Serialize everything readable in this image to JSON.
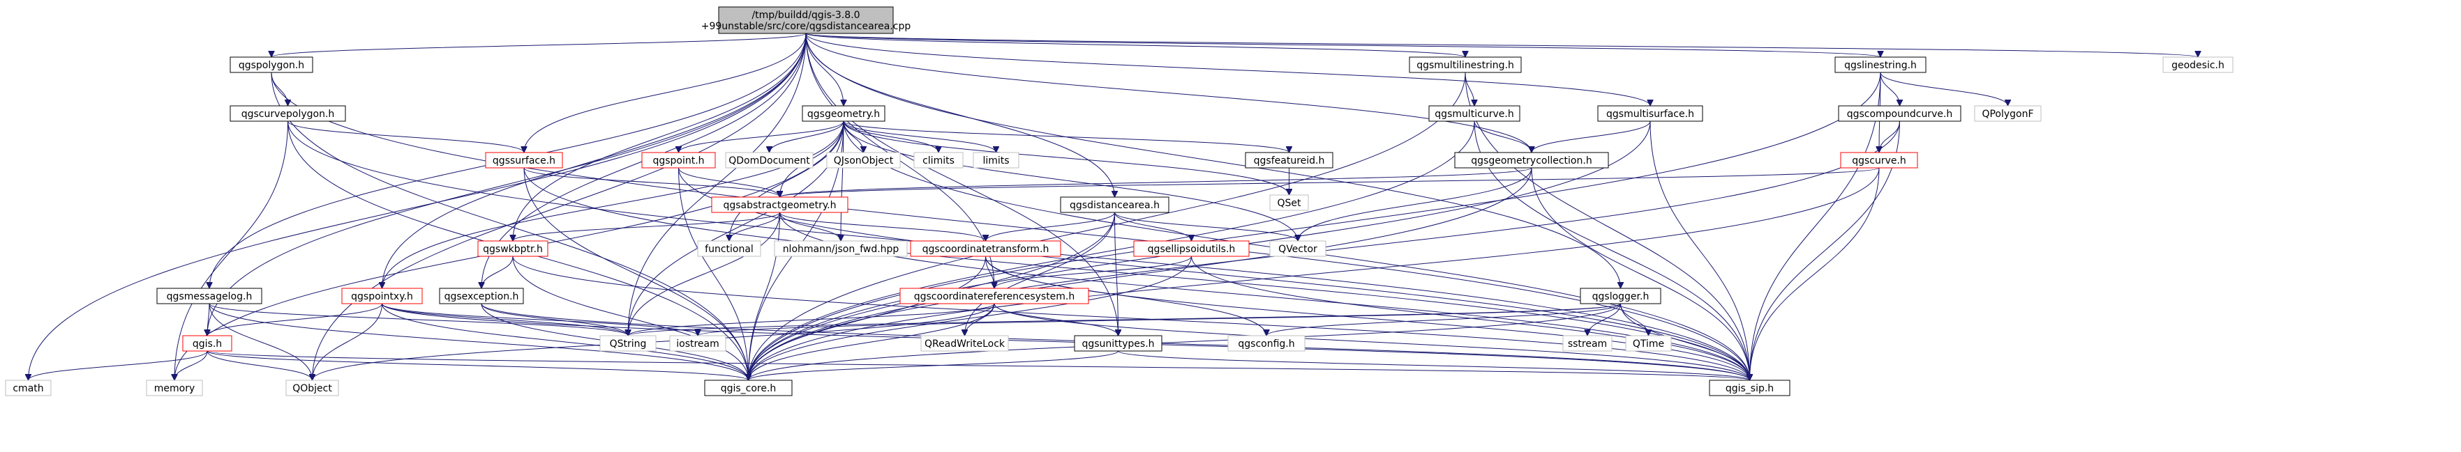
{
  "nodes": [
    {
      "id": "root",
      "label": "/tmp/buildd/qgis-3.8.0\n+99unstable/src/core/qgsdistancearea.cpp",
      "style": "root"
    },
    {
      "id": "qgspolygon",
      "label": "qgspolygon.h",
      "style": "plain"
    },
    {
      "id": "qgscurvepolygon",
      "label": "qgscurvepolygon.h",
      "style": "plain"
    },
    {
      "id": "qgsgeometry",
      "label": "qgsgeometry.h",
      "style": "plain"
    },
    {
      "id": "qgsmultilinestring",
      "label": "qgsmultilinestring.h",
      "style": "plain"
    },
    {
      "id": "qgslinestring",
      "label": "qgslinestring.h",
      "style": "plain"
    },
    {
      "id": "geodesic",
      "label": "geodesic.h",
      "style": "ext"
    },
    {
      "id": "qgsmulticurve",
      "label": "qgsmulticurve.h",
      "style": "plain"
    },
    {
      "id": "qgsmultisurface",
      "label": "qgsmultisurface.h",
      "style": "plain"
    },
    {
      "id": "qgscompoundcurve",
      "label": "qgscompoundcurve.h",
      "style": "plain"
    },
    {
      "id": "qpolygonf",
      "label": "QPolygonF",
      "style": "ext"
    },
    {
      "id": "qgsgeometrycollection",
      "label": "qgsgeometrycollection.h",
      "style": "plain"
    },
    {
      "id": "qgscurve",
      "label": "qgscurve.h",
      "style": "red"
    },
    {
      "id": "qgssurface",
      "label": "qgssurface.h",
      "style": "red"
    },
    {
      "id": "qgspoint",
      "label": "qgspoint.h",
      "style": "red"
    },
    {
      "id": "qdomdocument",
      "label": "QDomDocument",
      "style": "ext"
    },
    {
      "id": "qjsonobject",
      "label": "QJsonObject",
      "style": "ext"
    },
    {
      "id": "climits",
      "label": "climits",
      "style": "ext"
    },
    {
      "id": "limits",
      "label": "limits",
      "style": "ext"
    },
    {
      "id": "qgsfeatureid",
      "label": "qgsfeatureid.h",
      "style": "plain"
    },
    {
      "id": "qset",
      "label": "QSet",
      "style": "ext"
    },
    {
      "id": "qgsabstractgeometry",
      "label": "qgsabstractgeometry.h",
      "style": "red"
    },
    {
      "id": "qgsdistancearea",
      "label": "qgsdistancearea.h",
      "style": "plain"
    },
    {
      "id": "qvector",
      "label": "QVector",
      "style": "ext"
    },
    {
      "id": "functional",
      "label": "functional",
      "style": "ext"
    },
    {
      "id": "nlohmann",
      "label": "nlohmann/json_fwd.hpp",
      "style": "ext"
    },
    {
      "id": "qgswkbptr",
      "label": "qgswkbptr.h",
      "style": "red"
    },
    {
      "id": "qgscoordinatetransform",
      "label": "qgscoordinatetransform.h",
      "style": "red"
    },
    {
      "id": "qgsellipsoidutils",
      "label": "qgsellipsoidutils.h",
      "style": "red"
    },
    {
      "id": "qgsmessagelog",
      "label": "qgsmessagelog.h",
      "style": "plain"
    },
    {
      "id": "qgspointxy",
      "label": "qgspointxy.h",
      "style": "red"
    },
    {
      "id": "qgsexception",
      "label": "qgsexception.h",
      "style": "plain"
    },
    {
      "id": "qgscoordinatereferencesystem",
      "label": "qgscoordinatereferencesystem.h",
      "style": "red"
    },
    {
      "id": "qgslogger",
      "label": "qgslogger.h",
      "style": "plain"
    },
    {
      "id": "qgis",
      "label": "qgis.h",
      "style": "red"
    },
    {
      "id": "qstring",
      "label": "QString",
      "style": "ext"
    },
    {
      "id": "iostream",
      "label": "iostream",
      "style": "ext"
    },
    {
      "id": "qreadwritelock",
      "label": "QReadWriteLock",
      "style": "ext"
    },
    {
      "id": "qgsunittypes",
      "label": "qgsunittypes.h",
      "style": "plain"
    },
    {
      "id": "qgsconfig",
      "label": "qgsconfig.h",
      "style": "ext"
    },
    {
      "id": "sstream",
      "label": "sstream",
      "style": "ext"
    },
    {
      "id": "qtime",
      "label": "QTime",
      "style": "ext"
    },
    {
      "id": "cmath",
      "label": "cmath",
      "style": "ext"
    },
    {
      "id": "memory",
      "label": "memory",
      "style": "ext"
    },
    {
      "id": "qobject",
      "label": "QObject",
      "style": "ext"
    },
    {
      "id": "qgis_core",
      "label": "qgis_core.h",
      "style": "plain"
    },
    {
      "id": "qgis_sip",
      "label": "qgis_sip.h",
      "style": "plain"
    }
  ],
  "edges": [
    [
      "root",
      "qgspolygon"
    ],
    [
      "root",
      "qgsgeometry"
    ],
    [
      "root",
      "qgsmultilinestring"
    ],
    [
      "root",
      "qgslinestring"
    ],
    [
      "root",
      "geodesic"
    ],
    [
      "root",
      "qgsmultisurface"
    ],
    [
      "root",
      "qgsgeometrycollection"
    ],
    [
      "root",
      "qgssurface"
    ],
    [
      "root",
      "qgsdistancearea"
    ],
    [
      "root",
      "qgswkbptr"
    ],
    [
      "root",
      "qgsexception"
    ],
    [
      "root",
      "qgspointxy"
    ],
    [
      "root",
      "qgsmessagelog"
    ],
    [
      "root",
      "qgis"
    ],
    [
      "root",
      "cmath"
    ],
    [
      "root",
      "qobject"
    ],
    [
      "root",
      "qstring"
    ],
    [
      "root",
      "qgscoordinatereferencesystem"
    ],
    [
      "root",
      "qgslogger"
    ],
    [
      "root",
      "qgsunittypes"
    ],
    [
      "qgspolygon",
      "qgscurvepolygon"
    ],
    [
      "qgspolygon",
      "qgis_core"
    ],
    [
      "qgspolygon",
      "qgis_sip"
    ],
    [
      "qgscurvepolygon",
      "qgssurface"
    ],
    [
      "qgscurvepolygon",
      "qgis_core"
    ],
    [
      "qgscurvepolygon",
      "qgis_sip"
    ],
    [
      "qgscurvepolygon",
      "memory"
    ],
    [
      "qgsgeometry",
      "qgspoint"
    ],
    [
      "qgsgeometry",
      "qdomdocument"
    ],
    [
      "qgsgeometry",
      "qjsonobject"
    ],
    [
      "qgsgeometry",
      "climits"
    ],
    [
      "qgsgeometry",
      "limits"
    ],
    [
      "qgsgeometry",
      "qgsfeatureid"
    ],
    [
      "qgsgeometry",
      "qset"
    ],
    [
      "qgsgeometry",
      "qgsabstractgeometry"
    ],
    [
      "qgsgeometry",
      "qvector"
    ],
    [
      "qgsgeometry",
      "functional"
    ],
    [
      "qgsgeometry",
      "qgspointxy"
    ],
    [
      "qgsgeometry",
      "qstring"
    ],
    [
      "qgsgeometry",
      "qgis_core"
    ],
    [
      "qgsgeometry",
      "qgis_sip"
    ],
    [
      "qgsgeometry",
      "memory"
    ],
    [
      "qgsgeometry",
      "nlohmann"
    ],
    [
      "qgsmultilinestring",
      "qgsmulticurve"
    ],
    [
      "qgsmultilinestring",
      "qgis_core"
    ],
    [
      "qgsmultilinestring",
      "qgis_sip"
    ],
    [
      "qgslinestring",
      "qgscompoundcurve"
    ],
    [
      "qgslinestring",
      "qpolygonf"
    ],
    [
      "qgslinestring",
      "qgscurve"
    ],
    [
      "qgslinestring",
      "qgis_core"
    ],
    [
      "qgslinestring",
      "qgis_sip"
    ],
    [
      "qgsmulticurve",
      "qgsgeometrycollection"
    ],
    [
      "qgsmulticurve",
      "qgis_core"
    ],
    [
      "qgsmulticurve",
      "qgis_sip"
    ],
    [
      "qgsmultisurface",
      "qgsgeometrycollection"
    ],
    [
      "qgsmultisurface",
      "qgis_core"
    ],
    [
      "qgsmultisurface",
      "qgis_sip"
    ],
    [
      "qgscompoundcurve",
      "qgscurve"
    ],
    [
      "qgscompoundcurve",
      "qgis_core"
    ],
    [
      "qgscompoundcurve",
      "qgis_sip"
    ],
    [
      "qgsgeometrycollection",
      "qgsabstractgeometry"
    ],
    [
      "qgsgeometrycollection",
      "qvector"
    ],
    [
      "qgsgeometrycollection",
      "qgis_core"
    ],
    [
      "qgsgeometrycollection",
      "qgis_sip"
    ],
    [
      "qgscurve",
      "qgsabstractgeometry"
    ],
    [
      "qgscurve",
      "qgis_core"
    ],
    [
      "qgscurve",
      "qgis_sip"
    ],
    [
      "qgssurface",
      "qgsabstractgeometry"
    ],
    [
      "qgssurface",
      "qgis_core"
    ],
    [
      "qgssurface",
      "qgis_sip"
    ],
    [
      "qgspoint",
      "qgsabstractgeometry"
    ],
    [
      "qgspoint",
      "qgis_core"
    ],
    [
      "qgspoint",
      "qgis_sip"
    ],
    [
      "qgsfeatureid",
      "qset"
    ],
    [
      "qgsabstractgeometry",
      "qgswkbptr"
    ],
    [
      "qgsabstractgeometry",
      "qgscoordinatetransform"
    ],
    [
      "qgsabstractgeometry",
      "functional"
    ],
    [
      "qgsabstractgeometry",
      "nlohmann"
    ],
    [
      "qgsabstractgeometry",
      "qstring"
    ],
    [
      "qgsabstractgeometry",
      "qgis_core"
    ],
    [
      "qgsabstractgeometry",
      "qgis_sip"
    ],
    [
      "qgsdistancearea",
      "qgscoordinatetransform"
    ],
    [
      "qgsdistancearea",
      "qgsellipsoidutils"
    ],
    [
      "qgsdistancearea",
      "qvector"
    ],
    [
      "qgsdistancearea",
      "qreadwritelock"
    ],
    [
      "qgsdistancearea",
      "qgsunittypes"
    ],
    [
      "qgsdistancearea",
      "qgis_core"
    ],
    [
      "qgswkbptr",
      "qgsexception"
    ],
    [
      "qgswkbptr",
      "qgis_core"
    ],
    [
      "qgswkbptr",
      "qgis_sip"
    ],
    [
      "qgscoordinatetransform",
      "qgscoordinatereferencesystem"
    ],
    [
      "qgscoordinatetransform",
      "qgsconfig"
    ],
    [
      "qgscoordinatetransform",
      "qgis_core"
    ],
    [
      "qgscoordinatetransform",
      "qgis_sip"
    ],
    [
      "qgsellipsoidutils",
      "qgscoordinatereferencesystem"
    ],
    [
      "qgsellipsoidutils",
      "qgis_core"
    ],
    [
      "qgsellipsoidutils",
      "qgis_sip"
    ],
    [
      "qgsmessagelog",
      "qgis"
    ],
    [
      "qgsmessagelog",
      "qstring"
    ],
    [
      "qgsmessagelog",
      "qobject"
    ],
    [
      "qgsmessagelog",
      "qgis_core"
    ],
    [
      "qgspointxy",
      "qgis"
    ],
    [
      "qgspointxy",
      "qstring"
    ],
    [
      "qgspointxy",
      "qobject"
    ],
    [
      "qgspointxy",
      "iostream"
    ],
    [
      "qgspointxy",
      "qgis_core"
    ],
    [
      "qgspointxy",
      "qgis_sip"
    ],
    [
      "qgsexception",
      "qstring"
    ],
    [
      "qgsexception",
      "qgis_core"
    ],
    [
      "qgsexception",
      "qgis_sip"
    ],
    [
      "qgscoordinatereferencesystem",
      "qstring"
    ],
    [
      "qgscoordinatereferencesystem",
      "qobject"
    ],
    [
      "qgscoordinatereferencesystem",
      "qreadwritelock"
    ],
    [
      "qgscoordinatereferencesystem",
      "qgsunittypes"
    ],
    [
      "qgscoordinatereferencesystem",
      "qgis_core"
    ],
    [
      "qgscoordinatereferencesystem",
      "qgis_sip"
    ],
    [
      "qgslogger",
      "iostream"
    ],
    [
      "qgslogger",
      "sstream"
    ],
    [
      "qgslogger",
      "qtime"
    ],
    [
      "qgslogger",
      "qgsconfig"
    ],
    [
      "qgslogger",
      "qstring"
    ],
    [
      "qgslogger",
      "qgis_core"
    ],
    [
      "qgslogger",
      "qgis_sip"
    ],
    [
      "qgis",
      "cmath"
    ],
    [
      "qgis",
      "memory"
    ],
    [
      "qgis",
      "qobject"
    ],
    [
      "qgis",
      "qgis_core"
    ],
    [
      "qgis",
      "qgis_sip"
    ],
    [
      "qgsunittypes",
      "qgis_core"
    ],
    [
      "qgsunittypes",
      "qgis_sip"
    ]
  ]
}
